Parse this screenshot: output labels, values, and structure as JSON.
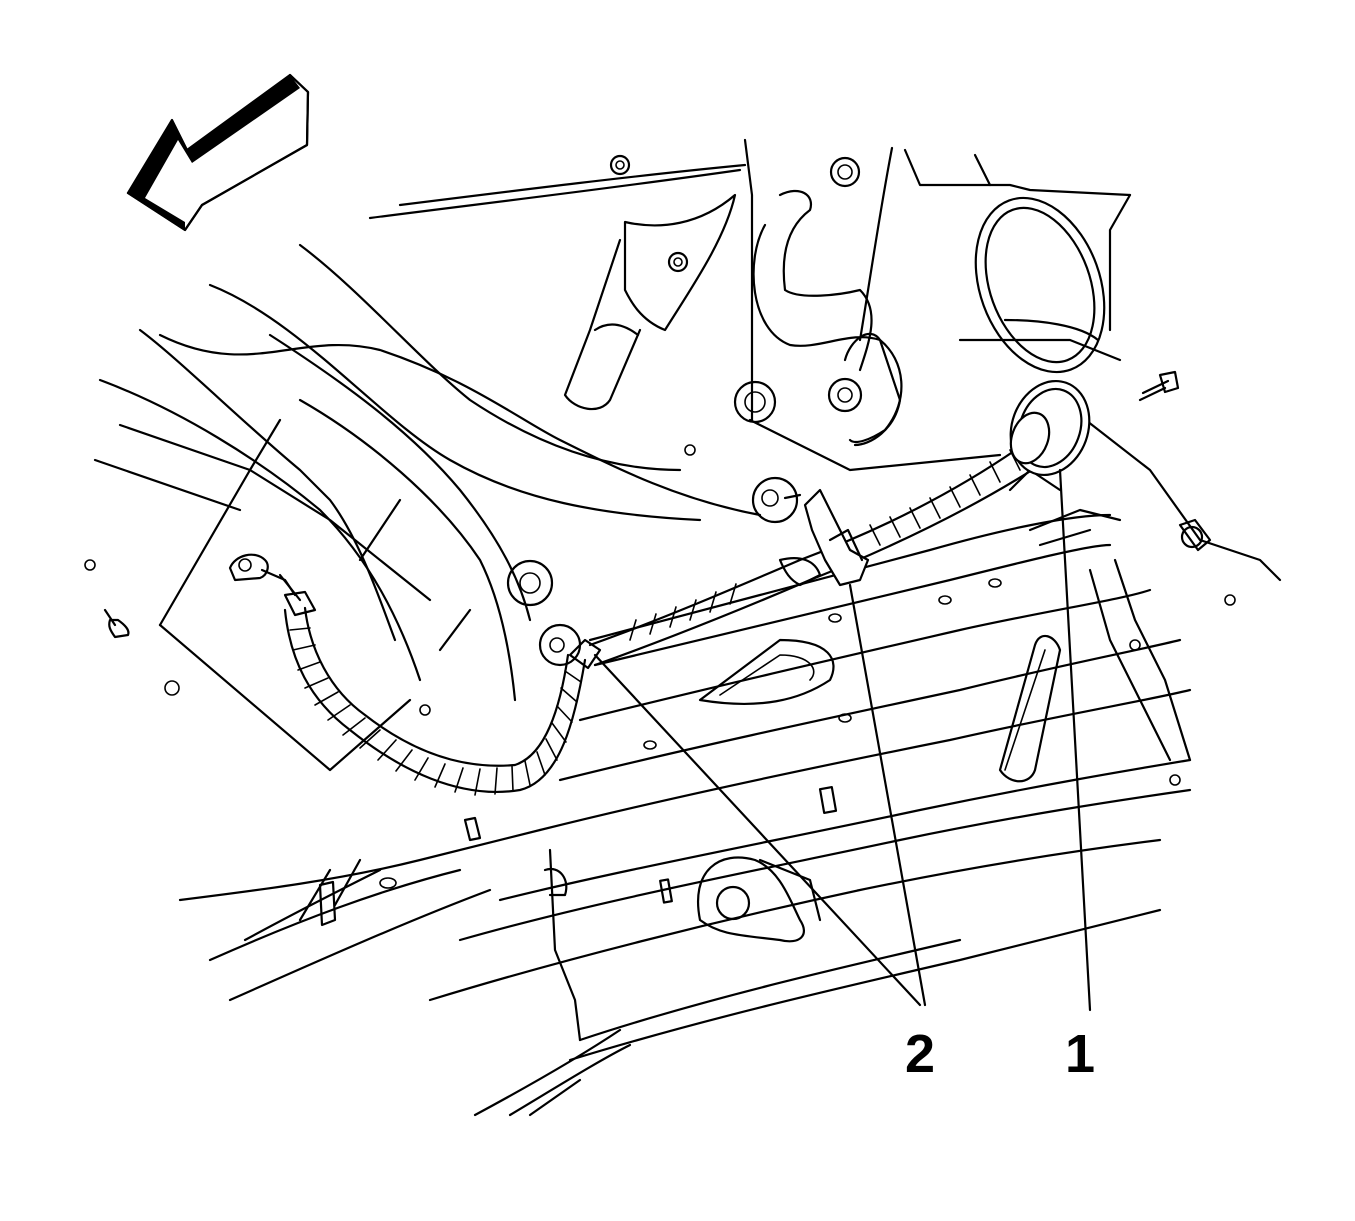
{
  "callouts": [
    {
      "id": "1",
      "label": "1"
    },
    {
      "id": "2",
      "label": "2"
    }
  ],
  "colors": {
    "line": "#000000",
    "background": "#ffffff"
  },
  "icons": {
    "direction": "front-direction-arrow-icon"
  }
}
